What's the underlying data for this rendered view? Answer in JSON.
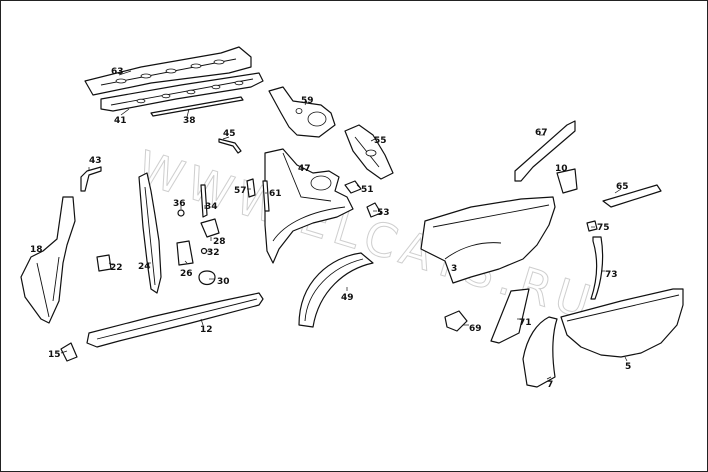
{
  "watermark": "WWW.ELCATS.RU",
  "callouts": [
    "63",
    "41",
    "38",
    "59",
    "55",
    "67",
    "45",
    "47",
    "43",
    "10",
    "65",
    "57",
    "61",
    "51",
    "36",
    "34",
    "53",
    "75",
    "18",
    "28",
    "22",
    "24",
    "26",
    "32",
    "30",
    "3",
    "73",
    "49",
    "12",
    "69",
    "71",
    "15",
    "7",
    "5"
  ]
}
